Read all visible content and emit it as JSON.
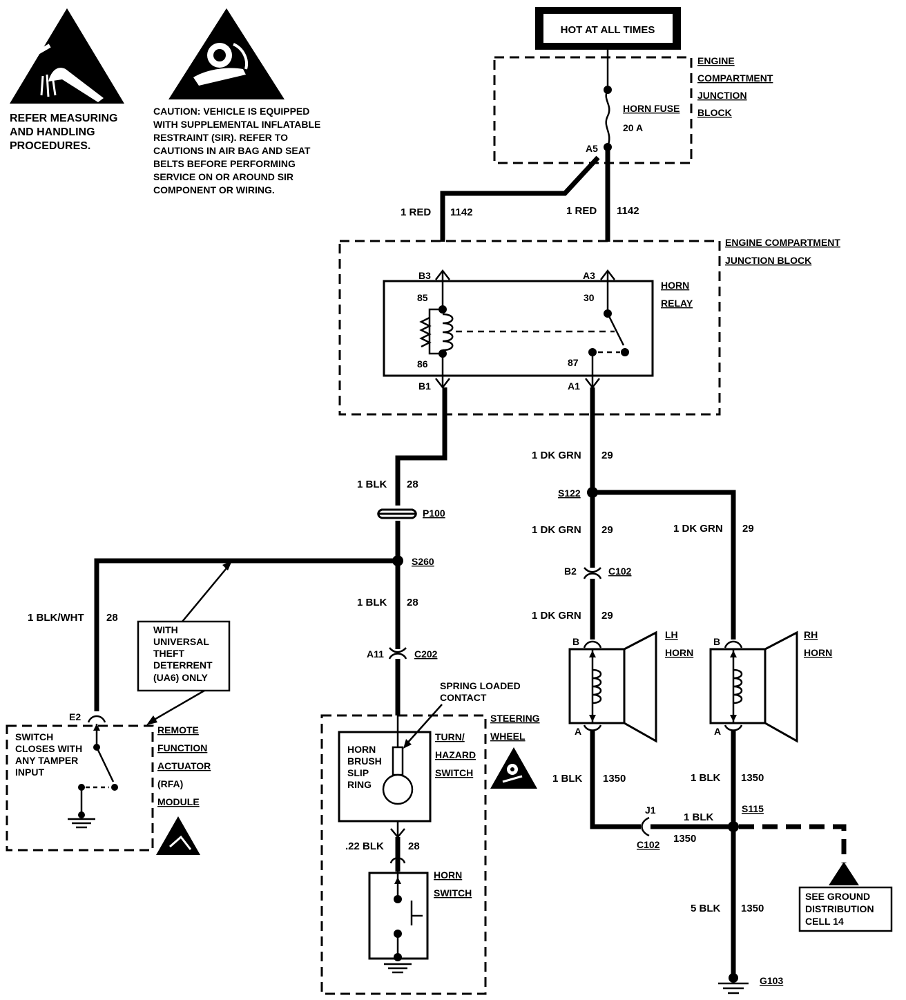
{
  "warnings": {
    "esd_lines": [
      "REFER MEASURING",
      "AND HANDLING",
      "PROCEDURES."
    ],
    "sir_lines": [
      "CAUTION: VEHICLE IS EQUIPPED",
      "WITH SUPPLEMENTAL INFLATABLE",
      "RESTRAINT (SIR). REFER TO",
      "CAUTIONS IN AIR BAG AND SEAT",
      "BELTS BEFORE PERFORMING",
      "SERVICE ON OR AROUND SIR",
      "COMPONENT OR WIRING."
    ]
  },
  "power": {
    "hot_label": "HOT AT ALL TIMES"
  },
  "fuse_block": {
    "title_lines": [
      "ENGINE",
      "COMPARTMENT",
      "JUNCTION",
      "BLOCK"
    ],
    "fuse_name": "HORN FUSE",
    "fuse_rating": "20 A",
    "pin": "A5"
  },
  "relay_block": {
    "title_lines": [
      "ENGINE COMPARTMENT",
      "JUNCTION BLOCK"
    ],
    "relay_lines": [
      "HORN",
      "RELAY"
    ],
    "pins": {
      "b3": "B3",
      "a3": "A3",
      "b1": "B1",
      "a1": "A1"
    },
    "terminals": {
      "t85": "85",
      "t86": "86",
      "t30": "30",
      "t87": "87"
    }
  },
  "wires": {
    "w_left_size": "1 RED",
    "w_left_circuit": "1142",
    "w_right_size": "1 RED",
    "w_right_circuit": "1142",
    "w_relay_out_size": "1 DK GRN",
    "w_relay_out_circuit": "29",
    "w_blk_top_size": "1 BLK",
    "w_blk_top_circuit": "28",
    "w_lh_upper_size": "1 DK GRN",
    "w_lh_upper_circuit": "29",
    "w_rh_size": "1 DK GRN",
    "w_rh_circuit": "29",
    "w_lh_lower_size": "1 DK GRN",
    "w_lh_lower_circuit": "29",
    "w_blk_mid_size": "1 BLK",
    "w_blk_mid_circuit": "28",
    "w_rfa_size": "1 BLK/WHT",
    "w_rfa_circuit": "28",
    "w_sw_size": ".22 BLK",
    "w_sw_circuit": "28",
    "w_lh_gnd_size": "1 BLK",
    "w_lh_gnd_circuit": "1350",
    "w_rh_gnd_size": "1 BLK",
    "w_rh_gnd_circuit": "1350",
    "w_c102_size": "1 BLK",
    "w_c102_circuit": "1350",
    "w_main_gnd_size": "5 BLK",
    "w_main_gnd_circuit": "1350"
  },
  "connectors": {
    "p100": "P100",
    "s122": "S122",
    "s260": "S260",
    "c102_pin": "B2",
    "c102": "C102",
    "c202_pin": "A11",
    "c202": "C202",
    "s115": "S115",
    "j1": "J1",
    "c102b": "C102",
    "g103": "G103",
    "e2": "E2"
  },
  "horns": {
    "lh_lines": [
      "LH",
      "HORN"
    ],
    "lh_b": "B",
    "lh_a": "A",
    "rh_lines": [
      "RH",
      "HORN"
    ],
    "rh_b": "B",
    "rh_a": "A"
  },
  "notes": {
    "uatd_lines": [
      "WITH",
      "UNIVERSAL",
      "THEFT",
      "DETERRENT",
      "(UA6) ONLY"
    ],
    "switch_lines": [
      "SWITCH",
      "CLOSES WITH",
      "ANY TAMPER",
      "INPUT"
    ],
    "spring_lines": [
      "SPRING LOADED",
      "CONTACT"
    ],
    "ground_ref_lines": [
      "SEE GROUND",
      "DISTRIBUTION",
      "CELL 14"
    ]
  },
  "rfa": {
    "title_lines": [
      "REMOTE",
      "FUNCTION",
      "ACTUATOR",
      "(RFA)",
      "MODULE"
    ]
  },
  "steering": {
    "steering_lines": [
      "STEERING",
      "WHEEL"
    ],
    "turn_lines": [
      "TURN/",
      "HAZARD",
      "SWITCH"
    ],
    "slip_lines": [
      "HORN",
      "BRUSH",
      "SLIP",
      "RING"
    ],
    "horn_switch_lines": [
      "HORN",
      "SWITCH"
    ]
  }
}
